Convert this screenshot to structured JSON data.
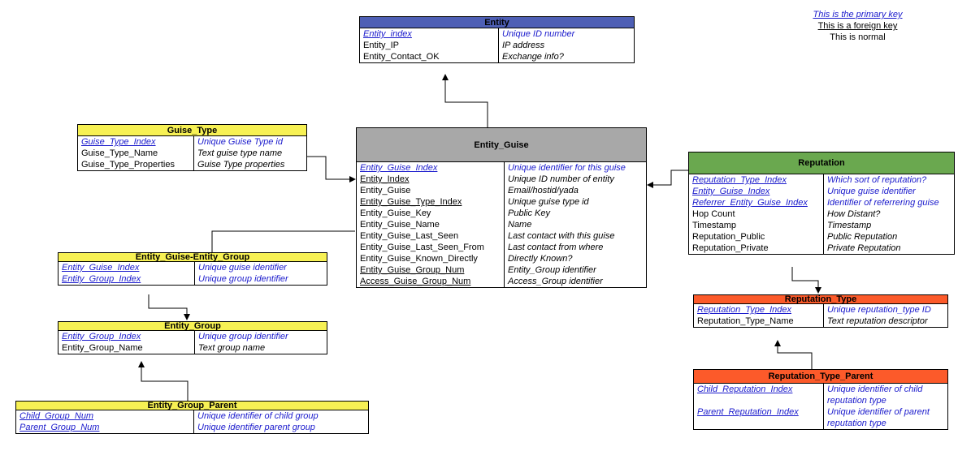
{
  "legend": {
    "primary": "This is the primary key",
    "foreign": "This is a foreign key",
    "normal": "This is normal"
  },
  "colors": {
    "entity_header": "#4e5fb5",
    "guise_header": "#a8a8a8",
    "yellow_header": "#f7f154",
    "reputation_header": "#6aa84f",
    "orange_header": "#fc5a2a",
    "primary_key_text": "#1a1acc"
  },
  "tables": {
    "entity": {
      "title": "Entity",
      "fields": [
        {
          "name": "Entity_index",
          "desc": "Unique ID number",
          "kind": "pk"
        },
        {
          "name": "Entity_IP",
          "desc": "IP address",
          "kind": "normal"
        },
        {
          "name": "Entity_Contact_OK",
          "desc": "Exchange info?",
          "kind": "normal"
        }
      ]
    },
    "entity_guise": {
      "title": "Entity_Guise",
      "fields": [
        {
          "name": "Entity_Guise_Index",
          "desc": "Unique identifier for this guise",
          "kind": "pk"
        },
        {
          "name": "Entity_Index",
          "desc": "Unique ID number of entity",
          "kind": "fk"
        },
        {
          "name": "Entity_Guise",
          "desc": "Email/hostid/yada",
          "kind": "normal"
        },
        {
          "name": "Entity_Guise_Type_Index",
          "desc": "Unique guise type id",
          "kind": "fk"
        },
        {
          "name": "Entity_Guise_Key",
          "desc": "Public Key",
          "kind": "normal"
        },
        {
          "name": "Entity_Guise_Name",
          "desc": "Name",
          "kind": "normal"
        },
        {
          "name": "Entity_Guise_Last_Seen",
          "desc": "Last contact with this guise",
          "kind": "normal"
        },
        {
          "name": "Entity_Guise_Last_Seen_From",
          "desc": "Last contact from where",
          "kind": "normal"
        },
        {
          "name": "Entity_Guise_Known_Directly",
          "desc": "Directly Known?",
          "kind": "normal"
        },
        {
          "name": "Entity_Guise_Group_Num",
          "desc": "Entity_Group identifier",
          "kind": "fk"
        },
        {
          "name": "Access_Guise_Group_Num",
          "desc": "Access_Group identifier",
          "kind": "fk"
        }
      ]
    },
    "guise_type": {
      "title": "Guise_Type",
      "fields": [
        {
          "name": "Guise_Type_Index",
          "desc": "Unique Guise Type id",
          "kind": "pk"
        },
        {
          "name": "Guise_Type_Name",
          "desc": "Text guise type name",
          "kind": "normal"
        },
        {
          "name": "Guise_Type_Properties",
          "desc": "Guise Type properties",
          "kind": "normal"
        }
      ]
    },
    "guise_group": {
      "title": "Entity_Guise-Entity_Group",
      "fields": [
        {
          "name": "Entity_Guise_Index",
          "desc": "Unique guise identifier",
          "kind": "pk"
        },
        {
          "name": "Entity_Group_Index",
          "desc": "Unique group identifier",
          "kind": "pk"
        }
      ]
    },
    "entity_group": {
      "title": "Entity_Group",
      "fields": [
        {
          "name": "Entity_Group_Index",
          "desc": "Unique group identifier",
          "kind": "pk"
        },
        {
          "name": "Entity_Group_Name",
          "desc": "Text group name",
          "kind": "normal"
        }
      ]
    },
    "entity_group_parent": {
      "title": "Entity_Group_Parent",
      "fields": [
        {
          "name": "Child_Group_Num",
          "desc": "Unique identifier of child group",
          "kind": "pk"
        },
        {
          "name": "Parent_Group_Num",
          "desc": "Unique identifier parent group",
          "kind": "pk"
        }
      ]
    },
    "reputation": {
      "title": "Reputation",
      "fields": [
        {
          "name": "Reputation_Type_Index",
          "desc": "Which sort of reputation?",
          "kind": "pk"
        },
        {
          "name": "Entity_Guise_Index",
          "desc": "Unique guise identifier",
          "kind": "pk"
        },
        {
          "name": "Referrer_Entity_Guise_Index",
          "desc": "Identifier of referrering guise",
          "kind": "pk"
        },
        {
          "name": "Hop Count",
          "desc": "How Distant?",
          "kind": "normal"
        },
        {
          "name": "Timestamp",
          "desc": "Timestamp",
          "kind": "normal"
        },
        {
          "name": "Reputation_Public",
          "desc": "Public Reputation",
          "kind": "normal"
        },
        {
          "name": "Reputation_Private",
          "desc": "Private Reputation",
          "kind": "normal"
        }
      ]
    },
    "reputation_type": {
      "title": "Reputation_Type",
      "fields": [
        {
          "name": "Reputation_Type_Index",
          "desc": "Unique reputation_type ID",
          "kind": "pk"
        },
        {
          "name": "Reputation_Type_Name",
          "desc": "Text reputation descriptor",
          "kind": "normal"
        }
      ]
    },
    "reputation_type_parent": {
      "title": "Reputation_Type_Parent",
      "fields": [
        {
          "name": "Child_Reputation_Index",
          "desc": "Unique identifier of child reputation type",
          "kind": "pk"
        },
        {
          "name": "Parent_Reputation_Index",
          "desc": "Unique identifier of parent reputation type",
          "kind": "pk"
        }
      ]
    }
  }
}
